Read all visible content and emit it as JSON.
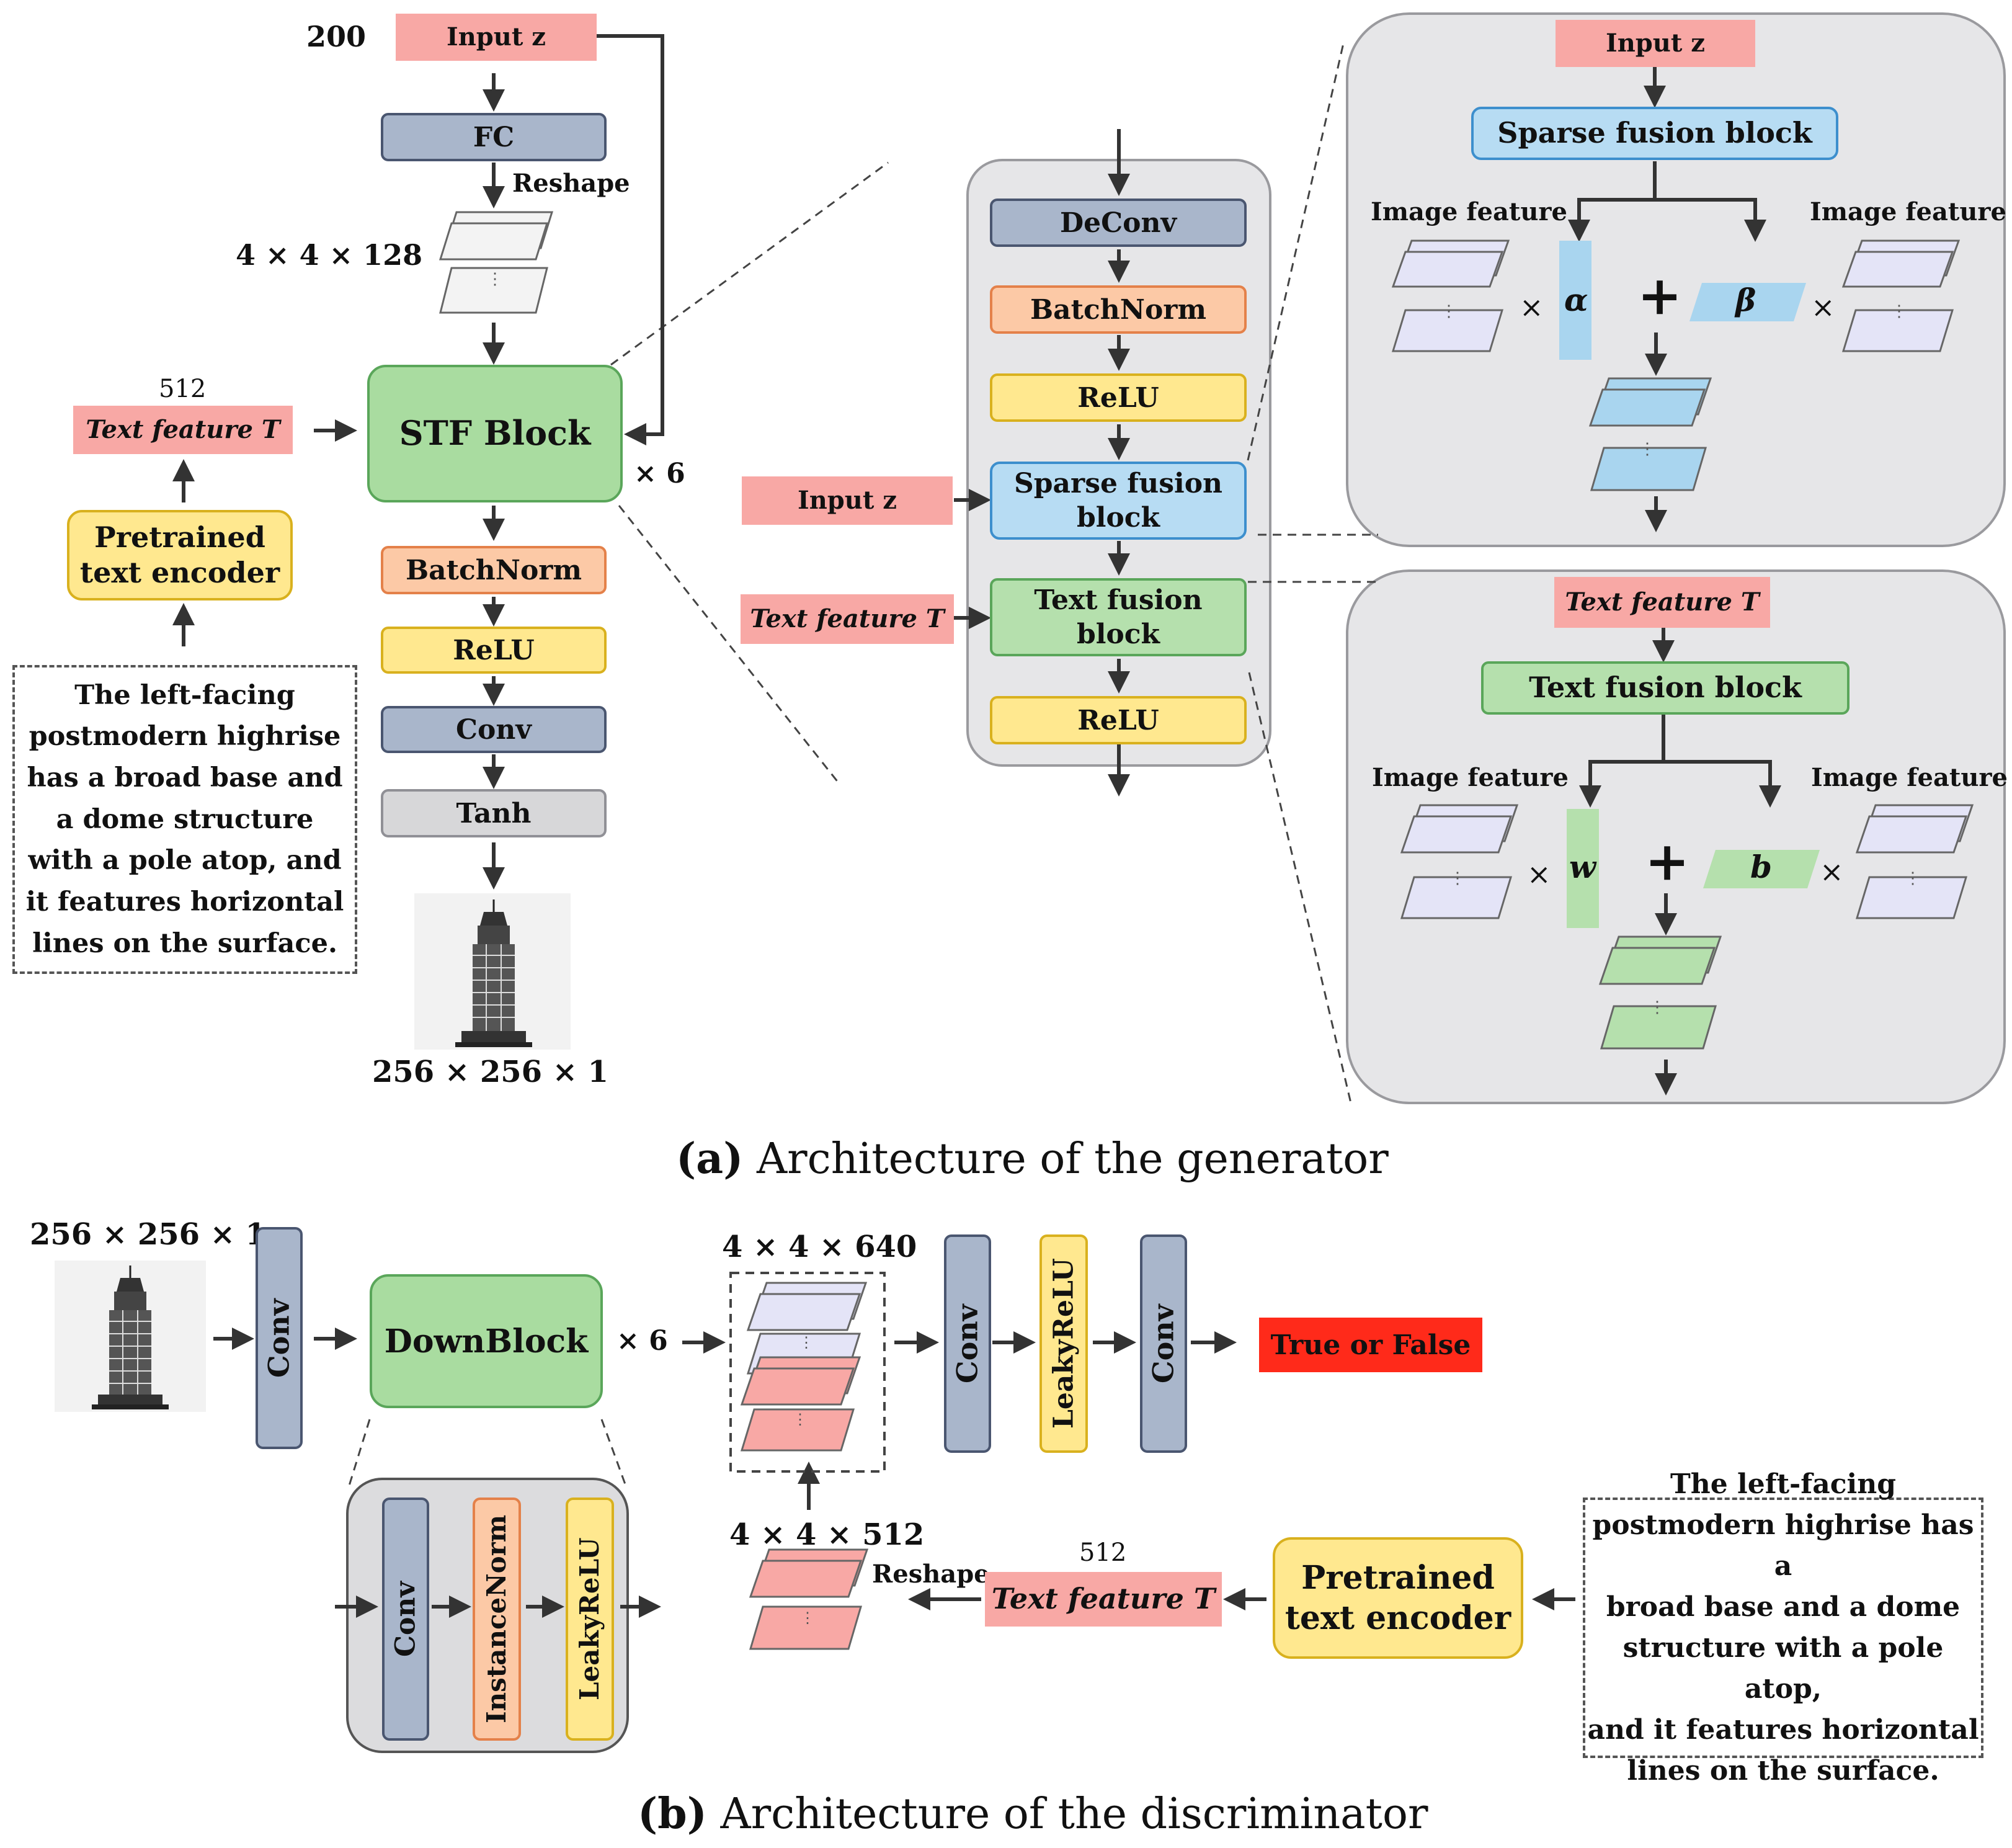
{
  "generator": {
    "input_z": "Input z",
    "input_dim": "200",
    "fc": "FC",
    "reshape": "Reshape",
    "reshape_dim": "4 × 4 × 128",
    "stf_block": "STF Block",
    "repeat": "× 6",
    "text_dim": "512",
    "text_feature": "Text feature T",
    "pretrained_encoder": "Pretrained\ntext encoder",
    "description": "The left-facing\npostmodern highrise\nhas a broad base and\na dome structure\nwith a pole atop, and\nit features horizontal\nlines on the surface.",
    "batchnorm": "BatchNorm",
    "relu": "ReLU",
    "conv": "Conv",
    "tanh": "Tanh",
    "output_dim": "256 × 256 × 1"
  },
  "stf_detail": {
    "deconv": "DeConv",
    "batchnorm": "BatchNorm",
    "relu1": "ReLU",
    "sparse_fusion": "Sparse fusion\nblock",
    "text_fusion": "Text fusion\nblock",
    "relu2": "ReLU",
    "input_z": "Input z",
    "text_feature": "Text feature T"
  },
  "sparse_panel": {
    "input_z": "Input z",
    "block": "Sparse fusion block",
    "image_feature_left": "Image feature",
    "image_feature_right": "Image feature",
    "alpha": "α",
    "beta": "β",
    "times": "×",
    "plus": "+"
  },
  "text_panel": {
    "text_feature": "Text feature T",
    "block": "Text fusion block",
    "image_feature_left": "Image feature",
    "image_feature_right": "Image feature",
    "w": "w",
    "b": "b",
    "times": "×",
    "plus": "+"
  },
  "caption_a": {
    "letter": "(a)",
    "text": " Architecture of the generator"
  },
  "discriminator": {
    "input_dim": "256 × 256 × 1",
    "conv": "Conv",
    "downblock": "DownBlock",
    "repeat": "× 6",
    "concat_dim": "4 × 4 × 640",
    "conv2": "Conv",
    "leakyrelu": "LeakyReLU",
    "conv3": "Conv",
    "output": "True or False",
    "text_reshape_dim": "4 × 4 × 512",
    "reshape": "Reshape",
    "text_dim": "512",
    "text_feature": "Text feature T",
    "pretrained_encoder": "Pretrained\ntext encoder",
    "description": "The left-facing\npostmodern highrise has a\nbroad base and a dome\nstructure with a pole atop,\nand it features horizontal\nlines on the surface.",
    "down_conv": "Conv",
    "down_instancenorm": "InstanceNorm",
    "down_leakyrelu": "LeakyReLU"
  },
  "caption_b": {
    "letter": "(b)",
    "text": " Architecture of the discriminator"
  },
  "colors": {
    "gray": "#a9b6cb",
    "orange": "#fcc9a6",
    "yellow": "#ffe88f",
    "green": "#a9dca0",
    "blue": "#b7dcf3",
    "pink": "#f8a8a5",
    "red": "#ff2a1a",
    "lavender": "#e4e4f7"
  }
}
